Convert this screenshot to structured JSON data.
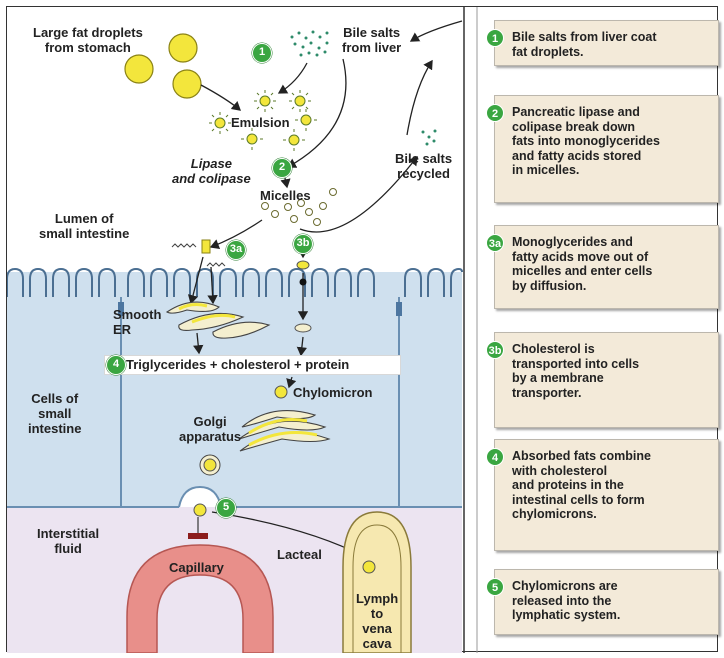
{
  "diagram": {
    "labels": {
      "large_fat": "Large fat droplets\nfrom stomach",
      "bile_liver": "Bile salts\nfrom liver",
      "emulsion": "Emulsion",
      "lipase": "Lipase\nand colipase",
      "bile_recycled": "Bile salts\nrecycled",
      "micelles": "Micelles",
      "lumen": "Lumen of\nsmall intestine",
      "smooth_er": "Smooth\nER",
      "triglycerides": "Triglycerides + cholesterol + protein",
      "cells": "Cells of\nsmall\nintestine",
      "chylomicron": "Chylomicron",
      "golgi": "Golgi\napparatus",
      "interstitial": "Interstitial\nfluid",
      "capillary": "Capillary",
      "lacteal": "Lacteal",
      "lymph": "Lymph\nto\nvena\ncava"
    },
    "markers": {
      "m1": "1",
      "m2": "2",
      "m3a": "3a",
      "m3b": "3b",
      "m4": "4",
      "m5": "5"
    }
  },
  "steps": [
    {
      "num": "1",
      "text": "Bile salts from liver coat\nfat droplets."
    },
    {
      "num": "2",
      "text": "Pancreatic lipase and\ncolipase break down\nfats into monoglycerides\nand fatty acids stored\nin micelles."
    },
    {
      "num": "3a",
      "text": "Monoglycerides and\nfatty acids move out of\nmicelles and enter cells\nby diffusion."
    },
    {
      "num": "3b",
      "text": "Cholesterol is\ntransported into cells\nby a membrane\ntransporter."
    },
    {
      "num": "4",
      "text": "Absorbed fats combine\nwith cholesterol\nand proteins in the\nintestinal cells to form\nchylomicrons."
    },
    {
      "num": "5",
      "text": "Chylomicrons are\nreleased into the\nlymphatic system."
    }
  ],
  "colors": {
    "lumen": "#ffffff",
    "cell": "#cfe0ee",
    "interstitial": "#ece4f1",
    "capillary": "#e88f8a",
    "lacteal": "#f6e8b0",
    "fat": "#f3e63c",
    "badge": "#3aa641",
    "step_box": "#f3ead9"
  }
}
